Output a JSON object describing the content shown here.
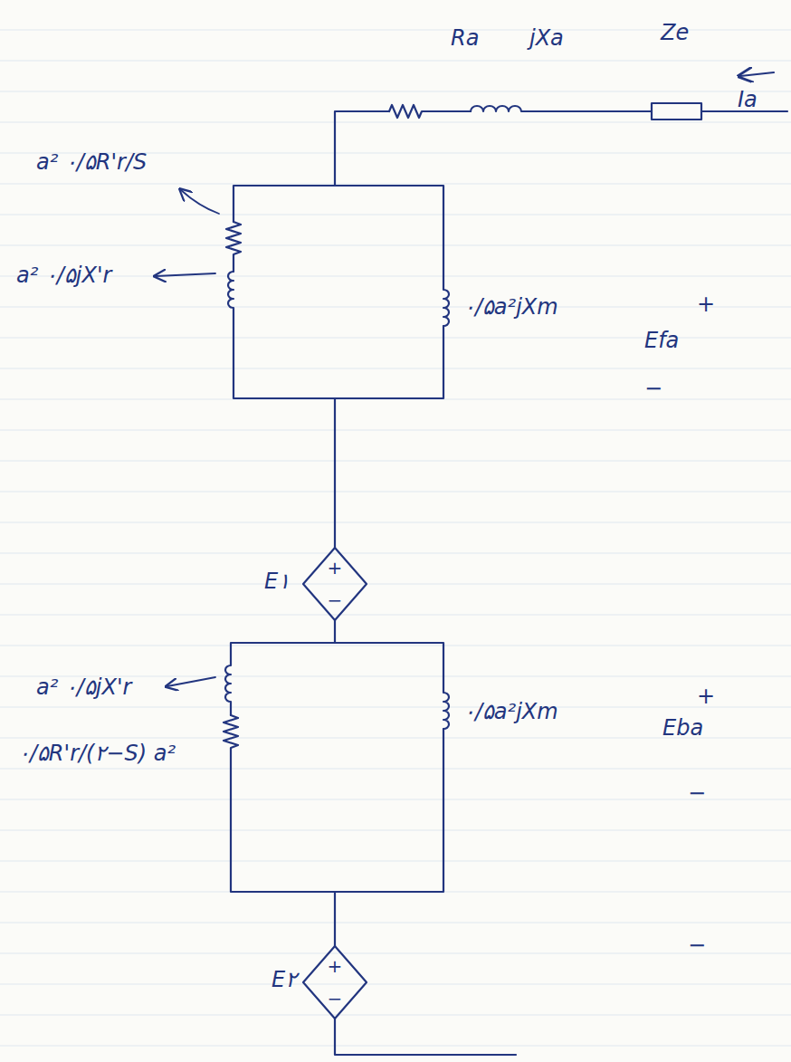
{
  "diagram": {
    "nodes": [
      {
        "text": [
          "+",
          "−"
        ]
      },
      {
        "text": [
          "+",
          "−"
        ]
      }
    ],
    "labels": [
      "Ra",
      "jXa",
      "Ze",
      "Ia",
      "a² ۰/۵R'r/S",
      "a² ۰/۵jX'r",
      "۰/۵a²jXm",
      "+",
      "Efa",
      "−",
      "E۱",
      "a² ۰/۵jX'r",
      "۰/۵R'r/(۲−S) a²",
      "۰/۵a²jXm",
      "+",
      "Eba",
      "−",
      "E۲",
      "−"
    ]
  }
}
